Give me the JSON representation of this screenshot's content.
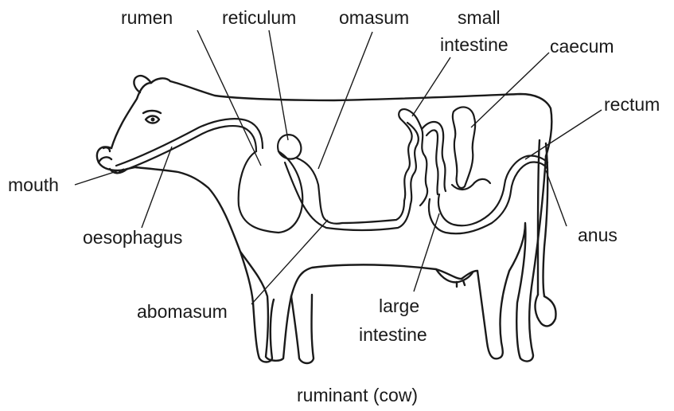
{
  "caption": "ruminant (cow)",
  "labels": {
    "rumen": "rumen",
    "reticulum": "reticulum",
    "omasum": "omasum",
    "small_intestine_1": "small",
    "small_intestine_2": "intestine",
    "caecum": "caecum",
    "rectum": "rectum",
    "mouth": "mouth",
    "oesophagus": "oesophagus",
    "anus": "anus",
    "abomasum": "abomasum",
    "large_intestine_1": "large",
    "large_intestine_2": "intestine"
  }
}
